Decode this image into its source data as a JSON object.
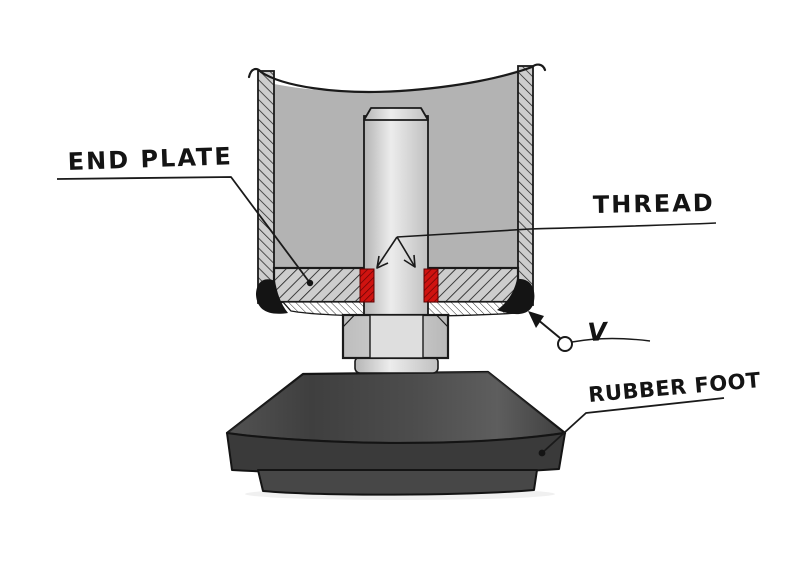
{
  "diagram": {
    "labels": {
      "end_plate": "END PLATE",
      "thread": "THREAD",
      "weld_symbol": "V",
      "rubber_foot": "RUBBER FOOT"
    },
    "colors": {
      "background": "#ffffff",
      "line": "#1a1a1a",
      "tube_interior": "#b3b3b3",
      "hatch_background": "#cdcdcd",
      "thread_highlight": "#d01310",
      "weld_fill": "#141414",
      "rubber_foot_top": "#3f3f3f",
      "rubber_foot_band": "#3a3a3a",
      "rubber_foot_base": "#474747"
    }
  }
}
